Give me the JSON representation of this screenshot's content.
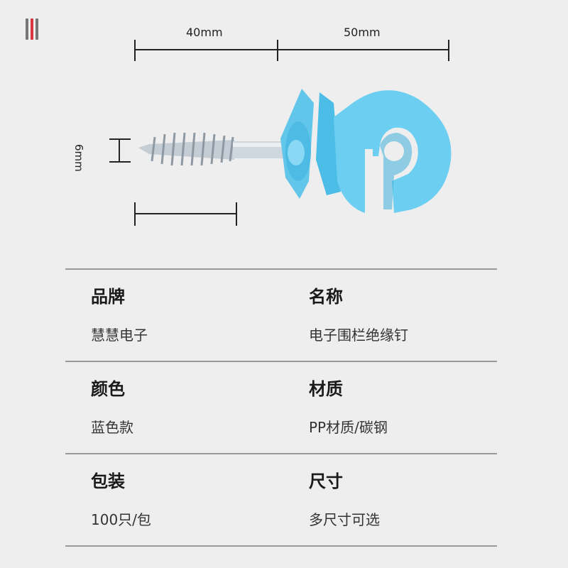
{
  "dimensions": {
    "length_top_left": "40mm",
    "length_top_right": "50mm",
    "diameter_side": "6mm"
  },
  "colors": {
    "insulator_blue": "#6ccff1",
    "insulator_blue_dark": "#45b6e2",
    "screw_steel": "#b9c3cc",
    "accent_red": "#d9363e"
  },
  "specs": [
    {
      "label": "品牌",
      "value": "慧慧电子"
    },
    {
      "label": "名称",
      "value": "电子围栏绝缘钉"
    },
    {
      "label": "颜色",
      "value": "蓝色款"
    },
    {
      "label": "材质",
      "value": "PP材质/碳钢"
    },
    {
      "label": "包装",
      "value": "100只/包"
    },
    {
      "label": "尺寸",
      "value": "多尺寸可选"
    }
  ]
}
